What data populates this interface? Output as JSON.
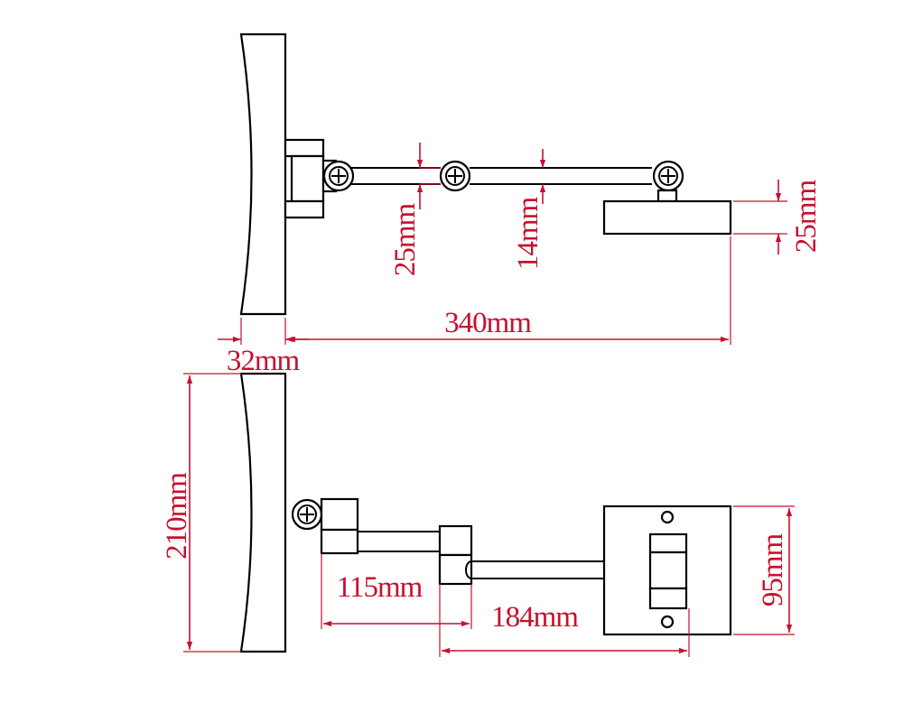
{
  "colors": {
    "outline": "#000000",
    "dimension": "#c8102e",
    "text": "#c8102e"
  },
  "dimensions": {
    "hinge_25": "25mm",
    "arm_14": "14mm",
    "base_25": "25mm",
    "total_length": "340mm",
    "mirror_thickness": "32mm",
    "mirror_height": "210mm",
    "arm_segment_1": "115mm",
    "arm_segment_2": "184mm",
    "base_height": "95mm"
  }
}
